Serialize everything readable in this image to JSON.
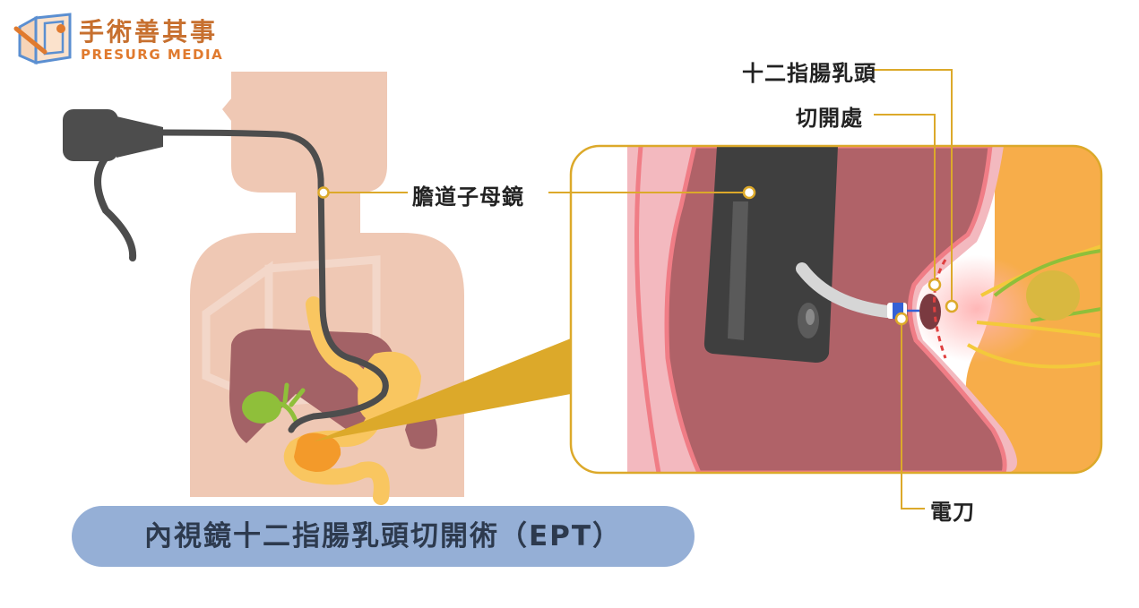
{
  "brand": {
    "name_cn": "手術善其事",
    "name_en": "PRESURG MEDIA",
    "colors": {
      "orange": "#e07a2e",
      "blue": "#5b8fd1"
    }
  },
  "labels": {
    "scope": "膽道子母鏡",
    "papilla": "十二指腸乳頭",
    "incision": "切開處",
    "knife": "電刀"
  },
  "title": "內視鏡十二指腸乳頭切開術（EPT）",
  "colors": {
    "skin": "#efc8b4",
    "wall": "#b06268",
    "mucosa_edge": "#f07d86",
    "bile": "#f5a84a",
    "callout": "#dca92a",
    "endoscope": "#4d4d4d",
    "title_pill": "#95afd6"
  }
}
